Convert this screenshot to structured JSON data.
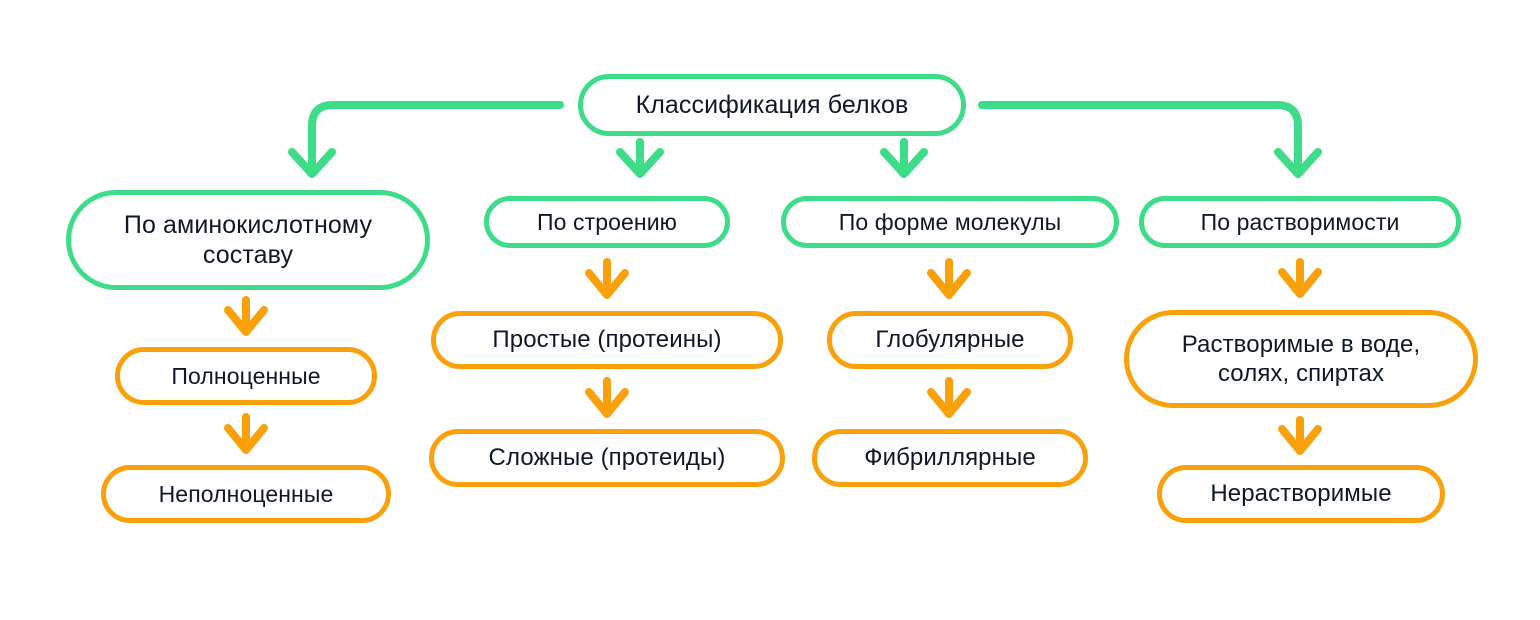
{
  "diagram": {
    "title": "Классификация белков",
    "colors": {
      "green": "#3ddc88",
      "orange": "#f9a00b",
      "text": "#0f1828",
      "background": "#ffffff"
    },
    "root": {
      "label": "Классификация белков",
      "color": "green"
    },
    "branches": [
      {
        "heading": "По аминокислотному составу",
        "heading_color": "green",
        "children": [
          {
            "label": "Полноценные",
            "color": "orange"
          },
          {
            "label": "Неполноценные",
            "color": "orange"
          }
        ]
      },
      {
        "heading": "По строению",
        "heading_color": "green",
        "children": [
          {
            "label": "Простые (протеины)",
            "color": "orange"
          },
          {
            "label": "Сложные (протеиды)",
            "color": "orange"
          }
        ]
      },
      {
        "heading": "По форме молекулы",
        "heading_color": "green",
        "children": [
          {
            "label": "Глобулярные",
            "color": "orange"
          },
          {
            "label": "Фибриллярные",
            "color": "orange"
          }
        ]
      },
      {
        "heading": "По растворимости",
        "heading_color": "green",
        "children": [
          {
            "label": "Растворимые в воде, солях, спиртах",
            "color": "orange"
          },
          {
            "label": "Нерастворимые",
            "color": "orange"
          }
        ]
      }
    ],
    "connectors": [
      {
        "name": "root-to-branch-1",
        "color": "green",
        "shape": "elbow-left-down"
      },
      {
        "name": "root-to-branch-2",
        "color": "green",
        "shape": "straight-down"
      },
      {
        "name": "root-to-branch-3",
        "color": "green",
        "shape": "straight-down"
      },
      {
        "name": "root-to-branch-4",
        "color": "green",
        "shape": "elbow-right-down"
      },
      {
        "name": "branch-1-to-child-1",
        "color": "orange",
        "shape": "straight-down"
      },
      {
        "name": "child-1-to-child-2-col-1",
        "color": "orange",
        "shape": "straight-down"
      },
      {
        "name": "branch-2-to-child-1",
        "color": "orange",
        "shape": "straight-down"
      },
      {
        "name": "child-1-to-child-2-col-2",
        "color": "orange",
        "shape": "straight-down"
      },
      {
        "name": "branch-3-to-child-1",
        "color": "orange",
        "shape": "straight-down"
      },
      {
        "name": "child-1-to-child-2-col-3",
        "color": "orange",
        "shape": "straight-down"
      },
      {
        "name": "branch-4-to-child-1",
        "color": "orange",
        "shape": "straight-down"
      },
      {
        "name": "child-1-to-child-2-col-4",
        "color": "orange",
        "shape": "straight-down"
      }
    ]
  }
}
